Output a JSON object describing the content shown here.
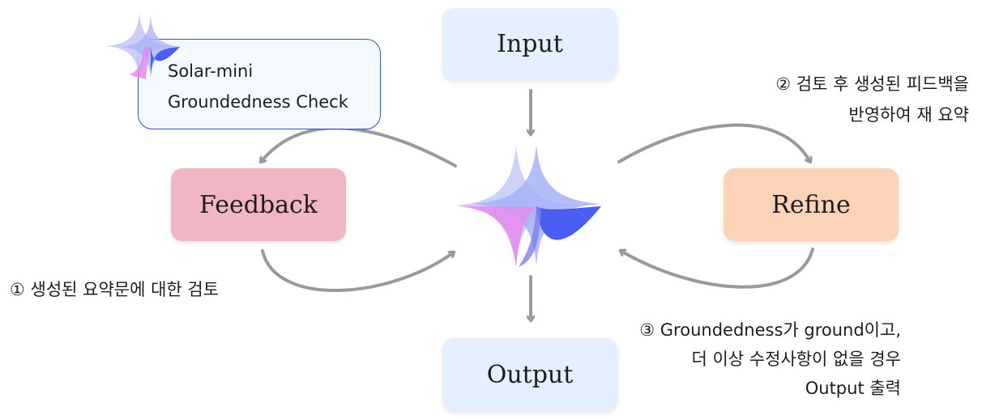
{
  "nodes": {
    "input": "Input",
    "output": "Output",
    "feedback": "Feedback",
    "refine": "Refine"
  },
  "callout": {
    "line1": "Solar-mini",
    "line2": "Groundedness Check"
  },
  "notes": {
    "step1": "① 생성된 요약문에 대한 검토",
    "step2_line1": "② 검토 후 생성된 피드백을",
    "step2_line2": "반영하여 재 요약",
    "step3_line1": "③ Groundedness가 ground이고,",
    "step3_line2": "더 이상 수정사항이 없을 경우",
    "step3_line3": "Output 출력"
  },
  "colors": {
    "input_fill": "#e4efff",
    "output_fill": "#e4efff",
    "feedback_fill": "#f0b6c3",
    "refine_fill": "#fdd3b8",
    "arrow": "#9a9a9a",
    "callout_border": "#3b4fb8"
  },
  "icons": [
    "sparkle-icon-large",
    "sparkle-icon-small"
  ]
}
